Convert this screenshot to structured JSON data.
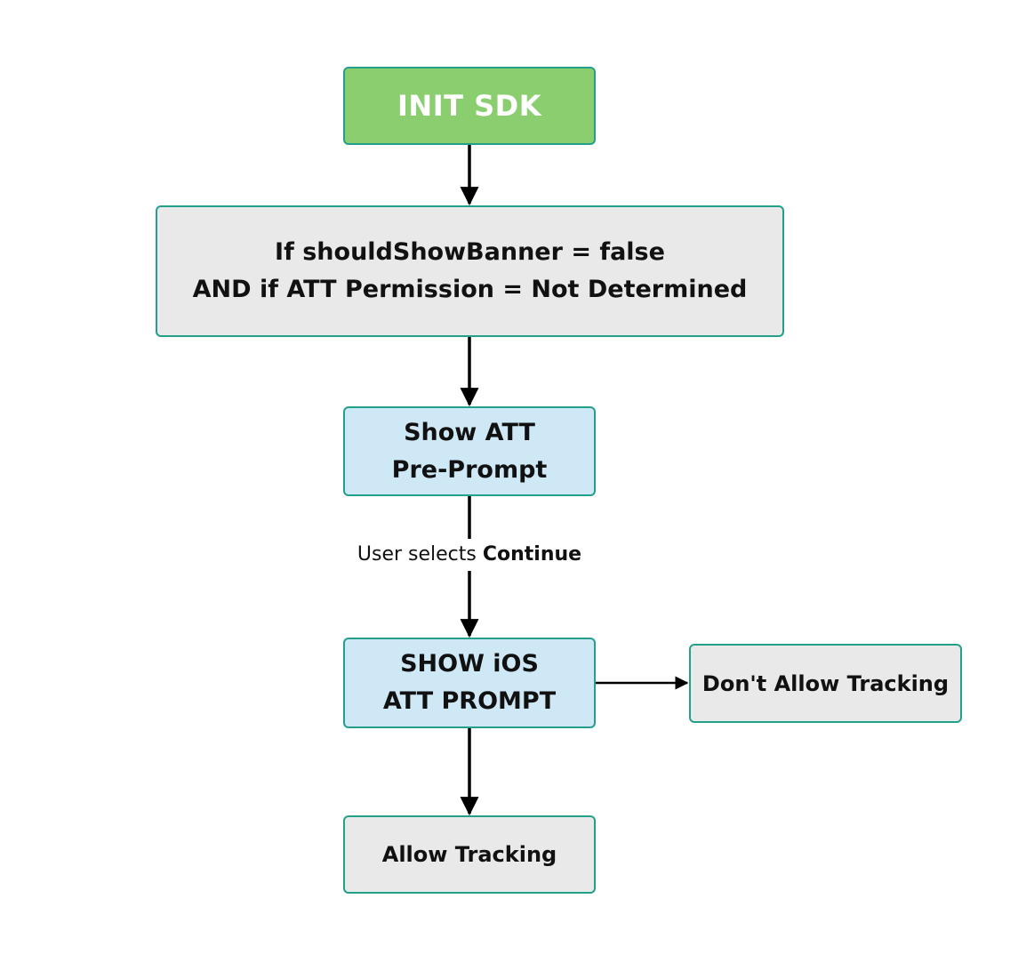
{
  "nodes": {
    "init": {
      "text": "INIT SDK",
      "fill": "#8bce70"
    },
    "condition": {
      "line1": "If shouldShowBanner = false",
      "line2": "AND if ATT Permission = Not Determined",
      "fill": "#e9e9e9"
    },
    "preprompt": {
      "line1": "Show ATT",
      "line2": "Pre-Prompt",
      "fill": "#cfe8f6"
    },
    "ios_prompt": {
      "line1": "SHOW iOS",
      "line2": "ATT PROMPT",
      "fill": "#cfe8f6"
    },
    "deny": {
      "text": "Don't Allow Tracking",
      "fill": "#e9e9e9"
    },
    "allow": {
      "text": "Allow Tracking",
      "fill": "#e9e9e9"
    }
  },
  "edge_labels": {
    "preprompt_to_ios": {
      "prefix": "User selects ",
      "emphasis": "Continue"
    }
  },
  "colors": {
    "border": "#23a08b",
    "arrow": "#000000",
    "text": "#111111"
  }
}
